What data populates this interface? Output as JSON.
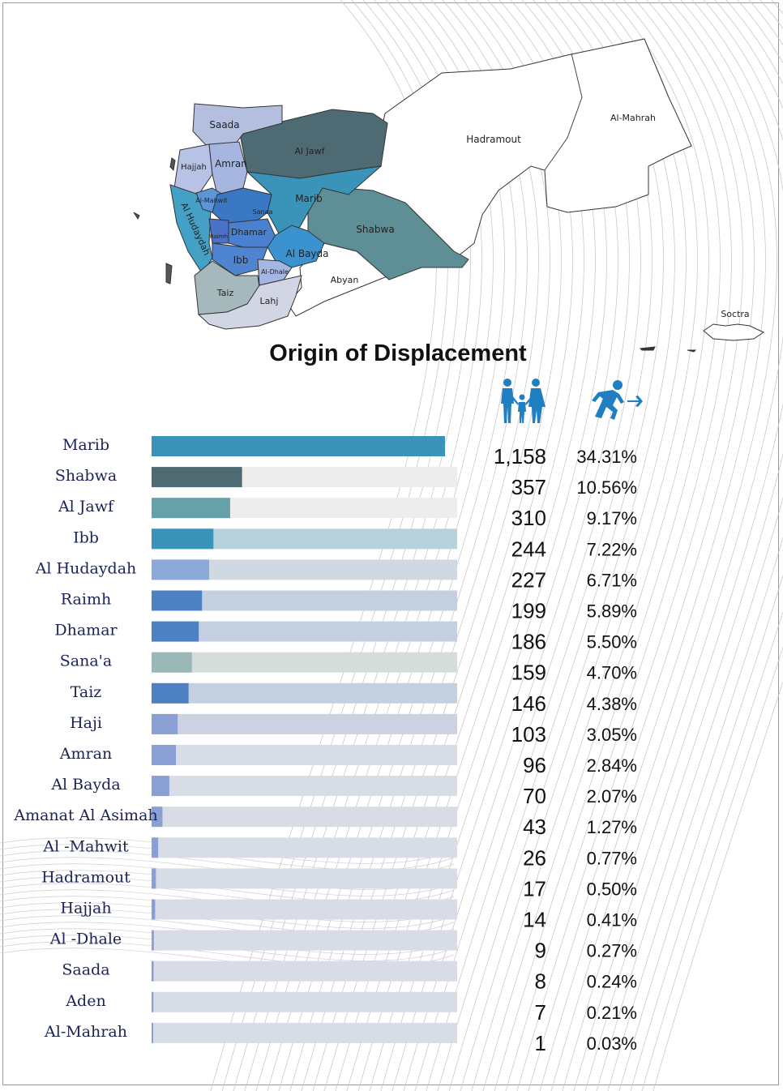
{
  "title": "Origin of Displacement",
  "icons": {
    "people": "family-icon",
    "displacement": "running-person-arrow-icon"
  },
  "colors": {
    "title": "#111111",
    "category_text": "#1b2356"
  },
  "map_labels": {
    "saada": "Saada",
    "al_jawf": "Al Jawf",
    "hadramout": "Hadramout",
    "al_mahrah": "Al-Mahrah",
    "hajjah": "Hajjah",
    "amran": "Amran",
    "al_mahwit": "Al-Mahwit",
    "sanaa": "Sanaa",
    "marib": "Marib",
    "al_hudaydah": "Al Hudaydah",
    "raimh": "Raimh",
    "dhamar": "Dhamar",
    "shabwa": "Shabwa",
    "al_bayda": "Al Bayda",
    "ibb": "Ibb",
    "al_dhale": "Al-Dhale",
    "abyan": "Abyan",
    "taiz": "Taiz",
    "lahj": "Lahj",
    "soctra": "Soctra"
  },
  "chart_data": {
    "type": "bar",
    "orientation": "horizontal",
    "title": "Origin of Displacement",
    "categories": [
      "Marib",
      "Shabwa",
      "Al Jawf",
      "Ibb",
      "Al Hudaydah",
      "Raimh",
      "Dhamar",
      "Sana'a",
      "Taiz",
      "Haji",
      "Amran",
      "Al Bayda",
      "Amanat Al Asimah",
      "Al -Mahwit",
      "Hadramout",
      "Hajjah",
      "Al -Dhale",
      "Saada",
      "Aden",
      "Al-Mahrah"
    ],
    "values": [
      1158,
      357,
      310,
      244,
      227,
      199,
      186,
      159,
      146,
      103,
      96,
      70,
      43,
      26,
      17,
      14,
      9,
      8,
      7,
      1
    ],
    "value_labels": [
      "1,158",
      "357",
      "310",
      "244",
      "227",
      "199",
      "186",
      "159",
      "146",
      "103",
      "96",
      "70",
      "43",
      "26",
      "17",
      "14",
      "9",
      "8",
      "7",
      "1"
    ],
    "percent_labels": [
      "34.31%",
      "10.56%",
      "9.17%",
      "7.22%",
      "6.71%",
      "5.89%",
      "5.50%",
      "4.70%",
      "4.38%",
      "3.05%",
      "2.84%",
      "2.07%",
      "1.27%",
      "0.77%",
      "0.50%",
      "0.41%",
      "0.27%",
      "0.24%",
      "0.21%",
      "0.03%"
    ],
    "xlim": [
      0,
      1158
    ],
    "bar_colors": [
      "#3a93b8",
      "#4e6a73",
      "#66a0a8",
      "#3a93b8",
      "#8aa8d8",
      "#4e80c4",
      "#4e80c4",
      "#9ab8b8",
      "#4e80c4",
      "#8aa0d4",
      "#8aa0d4",
      "#8aa0d4",
      "#8aa0d4",
      "#8aa0d4",
      "#8aa0d4",
      "#8aa0d4",
      "#8aa0d4",
      "#8aa0d4",
      "#8aa0d4",
      "#8aa0d4"
    ],
    "track_colors": [
      "#ededed",
      "#ededed",
      "#ededed",
      "#b8d2dc",
      "#d0d8e2",
      "#c4d0e0",
      "#c4d0e0",
      "#d4dcdc",
      "#c4d0e0",
      "#cdd2e0",
      "#d8dce6",
      "#d8dce6",
      "#d8dce6",
      "#d8dce6",
      "#d8dce6",
      "#d8dce6",
      "#d8dce6",
      "#d8dce6",
      "#d8dce6",
      "#d8dce6"
    ],
    "grid": false,
    "legend": "none"
  }
}
